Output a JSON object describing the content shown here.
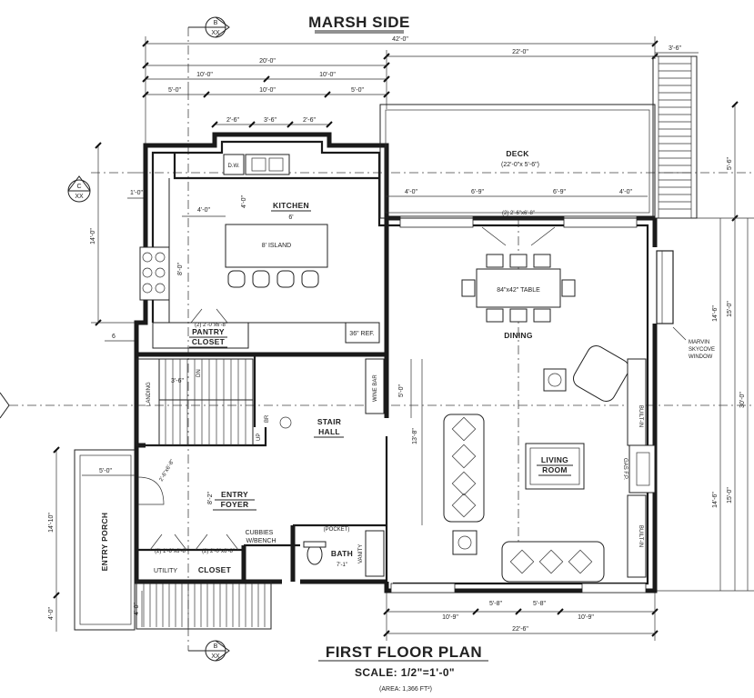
{
  "titles": {
    "top": "MARSH SIDE",
    "plan": "FIRST FLOOR PLAN",
    "scale": "SCALE: 1/2\"=1'-0\"",
    "area": "(AREA: 1,366 FT²)"
  },
  "section_markers": {
    "b_top": {
      "letter": "B",
      "sheet": "XX"
    },
    "b_bottom": {
      "letter": "B",
      "sheet": "XX"
    },
    "c_left": {
      "letter": "C",
      "sheet": "XX"
    }
  },
  "rooms": {
    "kitchen": "KITCHEN",
    "island": "8' ISLAND",
    "island_dim": "6'",
    "deck": "DECK",
    "deck_size": "(22'-0\"x 5'-6\")",
    "dining": "DINING",
    "table": "84\"x42\" TABLE",
    "pantry": "PANTRY",
    "pantry2": "CLOSET",
    "ref": "36\" REF.",
    "stair": "STAIR",
    "stair2": "HALL",
    "living": "LIVING",
    "living2": "ROOM",
    "entry": "ENTRY",
    "entry2": "FOYER",
    "entry_porch": "ENTRY PORCH",
    "cubbies": "CUBBIES",
    "cubbies2": "W/BENCH",
    "bath": "BATH",
    "closet": "CLOSET",
    "utility": "UTILITY",
    "window_note": "MARVIN",
    "window_note2": "SKYCOVE",
    "window_note3": "WINDOW",
    "built_in_1": "BUILT-IN",
    "built_in_2": "BUILT-IN",
    "gas_fp": "GAS F.P.",
    "wine_bar": "WINE BAR",
    "dw": "D.W.",
    "up": "UP",
    "dn": "DN",
    "br": "BR"
  },
  "dims": {
    "overall": "42'-0\"",
    "deck_w": "22'-0\"",
    "stair_w": "3'-6\"",
    "d20": "20'-0\"",
    "d10a": "10'-0\"",
    "d10b": "10'-0\"",
    "d5a": "5'-0\"",
    "d10c": "10'-0\"",
    "d5b": "5'-0\"",
    "k26a": "2'-6\"",
    "k36": "3'-6\"",
    "k26b": "2'-6\"",
    "k4": "4'-0\"",
    "k4b": "4'-0\"",
    "k14": "14'-0\"",
    "k8": "8'-0\"",
    "k1": "1'-0\"",
    "k6": "6",
    "dk4a": "4'-0\"",
    "dk69a": "6'-9\"",
    "dk69b": "6'-9\"",
    "dk4b": "4'-0\"",
    "r56": "5'-6\"",
    "r146": "14'-6\"",
    "r150": "15'-0\"",
    "r300": "30'-0\"",
    "r146b": "14'-6\"",
    "r150b": "15'-0\"",
    "s36": "3'-6\"",
    "s50": "5'-0\"",
    "s138": "13'-8\"",
    "e50": "5'-0\"",
    "e82": "8'-2\"",
    "p1410": "14'-10\"",
    "p40": "4'-0\"",
    "p40b": "4'-0\"",
    "b109": "10'-9\"",
    "b58": "5'-8\"",
    "b58b": "5'-8\"",
    "b109b": "10'-9\"",
    "b226": "22'-6\"",
    "bath_size": "7'-1\"",
    "vanity": "VANITY",
    "pocket": "(POCKET)",
    "door_note1": "(2) 2'-0\"x6'-8\"",
    "door_note2": "(2) 1'-6\"x6'-8\"",
    "door_note3": "(2) 2'-0\"x6'-8\"",
    "door_note4": "(2) 2'-6\"x6'-8\"",
    "door_note5": "2'-6\"x6'-8\"",
    "landing": "LANDING"
  }
}
